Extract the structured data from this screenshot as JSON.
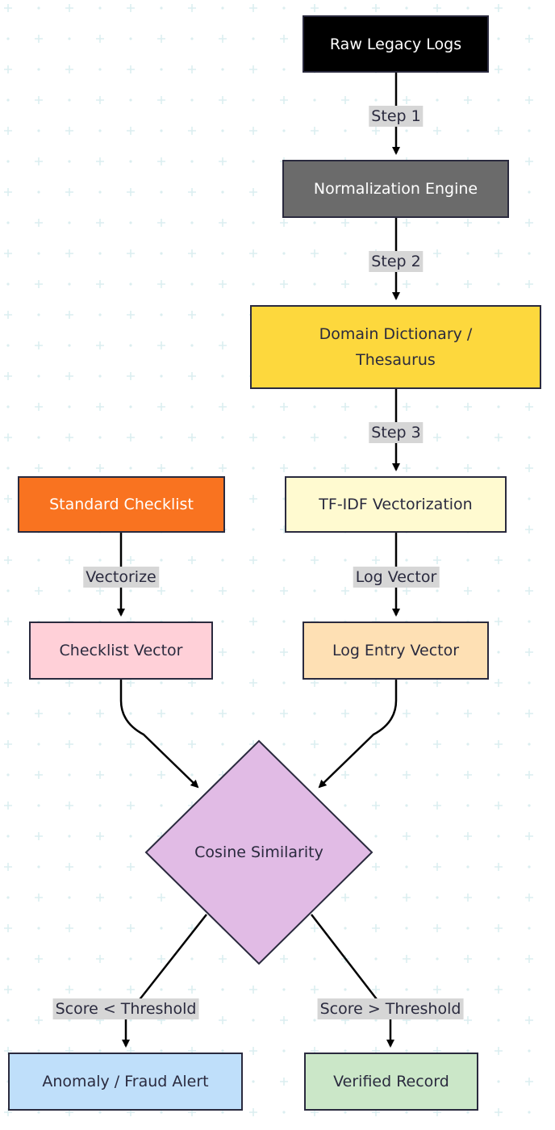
{
  "nodes": {
    "raw_logs": "Raw Legacy Logs",
    "normalization": "Normalization Engine",
    "dictionary_line1": "Domain Dictionary /",
    "dictionary_line2": "Thesaurus",
    "tfidf": "TF-IDF Vectorization",
    "standard_checklist": "Standard Checklist",
    "checklist_vector": "Checklist Vector",
    "log_entry_vector": "Log Entry Vector",
    "cosine_similarity": "Cosine Similarity",
    "anomaly_alert": "Anomaly / Fraud Alert",
    "verified_record": "Verified Record"
  },
  "edges": {
    "step1": "Step 1",
    "step2": "Step 2",
    "step3": "Step 3",
    "vectorize": "Vectorize",
    "log_vector": "Log Vector",
    "score_below": "Score < Threshold",
    "score_above": "Score > Threshold"
  },
  "colors": {
    "raw_logs": "#000000",
    "normalization": "#6b6b6b",
    "dictionary": "#fdd83d",
    "tfidf": "#fffad0",
    "standard_checklist": "#f97320",
    "checklist_vector": "#ffd0d8",
    "log_entry_vector": "#fee0b4",
    "cosine_similarity": "#e1bbe5",
    "anomaly_alert": "#bfdffa",
    "verified_record": "#cbe7c8",
    "edge_label_bg": "#d6d6d6",
    "grid_mark": "#dbeef0"
  }
}
